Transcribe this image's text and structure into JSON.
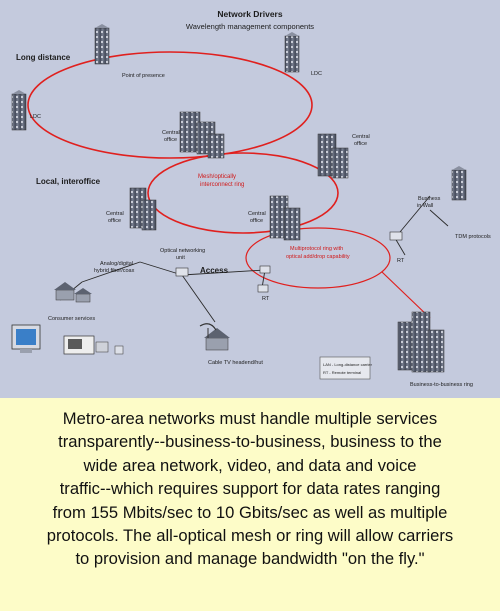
{
  "diagram": {
    "title_line1": "Network Drivers",
    "title_line2": "Wavelength management components",
    "labels": {
      "long_distance": "Long distance",
      "local_interoffice": "Local, interoffice",
      "access": "Access",
      "point_of_presence": "Point of presence",
      "ldc_left": "LDC",
      "ldc_right": "LDC",
      "central_office_1_l1": "Central",
      "central_office_1_l2": "office",
      "central_office_2_l1": "Central",
      "central_office_2_l2": "office",
      "central_office_3_l1": "Central",
      "central_office_3_l2": "office",
      "central_office_4_l1": "Central",
      "central_office_4_l2": "office",
      "mesh_ring_l1": "Mesh/optically",
      "mesh_ring_l2": "interconnect ring",
      "multiprotocol_l1": "Multiprotocol ring with",
      "multiprotocol_l2": "optical add/drop capability",
      "optical_networking_l1": "Optical networking",
      "optical_networking_l2": "unit",
      "analog_digital_l1": "Analog/digital",
      "analog_digital_l2": "hybrid fiber/coax",
      "business_in_wall_l1": "Business",
      "business_in_wall_l2": "in Wall",
      "tdm_protocols": "TDM protocols",
      "rt_right": "RT",
      "rt_center": "RT",
      "consumer_services": "Consumer services",
      "cable_tv": "Cable TV headend/hut",
      "business_ring": "Business-to-business ring",
      "legend_line1": "LAN - Long-distance carrier",
      "legend_line2": "RT - Remote terminal"
    },
    "colors": {
      "ring": "#e0201e",
      "background": "#c4cadd",
      "building": "#5f6678",
      "link": "#2a2a2a"
    }
  },
  "caption": {
    "lines": [
      "Metro-area networks must handle multiple services",
      "transparently--business-to-business, business to the",
      "wide area network, video, and data and voice",
      "traffic--which requires support for data rates ranging",
      "from 155 Mbits/sec to 10 Gbits/sec as well as multiple",
      "protocols. The all-optical mesh or ring will allow carriers",
      "to provision and manage bandwidth \"on the fly.\""
    ]
  }
}
